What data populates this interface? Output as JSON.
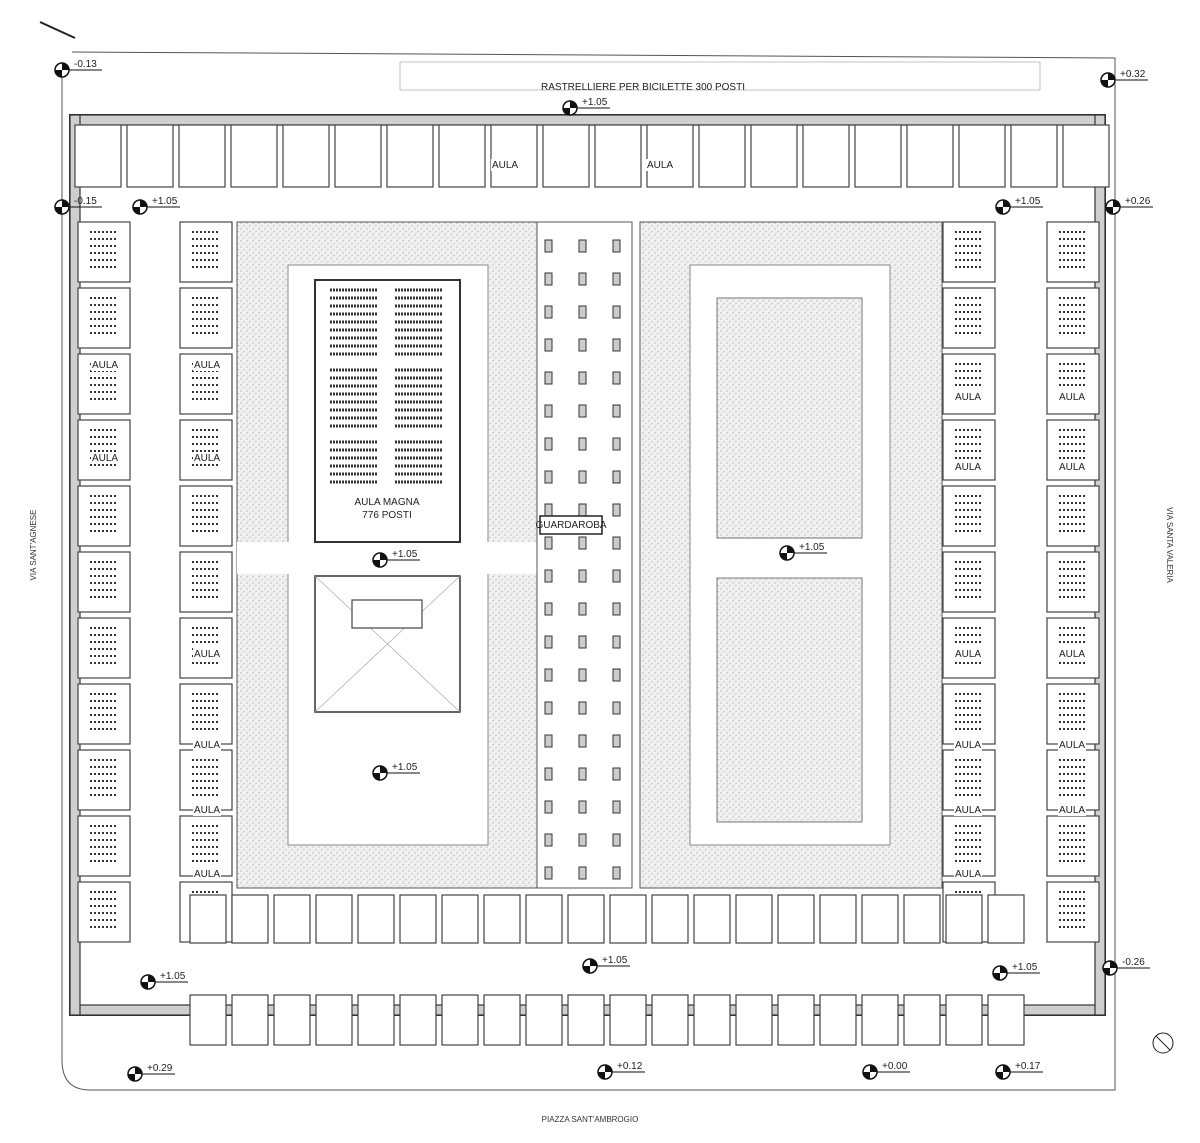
{
  "drawing": {
    "bike_racks_label": "RASTRELLIERE PER BICILETTE 300 POSTI",
    "aula_magna": {
      "name": "AULA MAGNA",
      "seats": "776 POSTI"
    },
    "guardaroba": "GUARDAROBA",
    "classroom_label": "AULA",
    "streets": {
      "west": "VIA SANT'AGNESE",
      "east": "VIA SANTA VALERIA",
      "south": "PIAZZA SANT'AMBROGIO"
    },
    "elevations": [
      "-0.13",
      "+0.32",
      "+1.05",
      "-0.15",
      "+1.05",
      "+1.05",
      "+0.26",
      "+1.05",
      "+1.05",
      "+1.05",
      "+1.05",
      "+1.05",
      "+1.05",
      "-0.26",
      "+0.29",
      "+0.12",
      "+0.00",
      "+0.17"
    ]
  }
}
